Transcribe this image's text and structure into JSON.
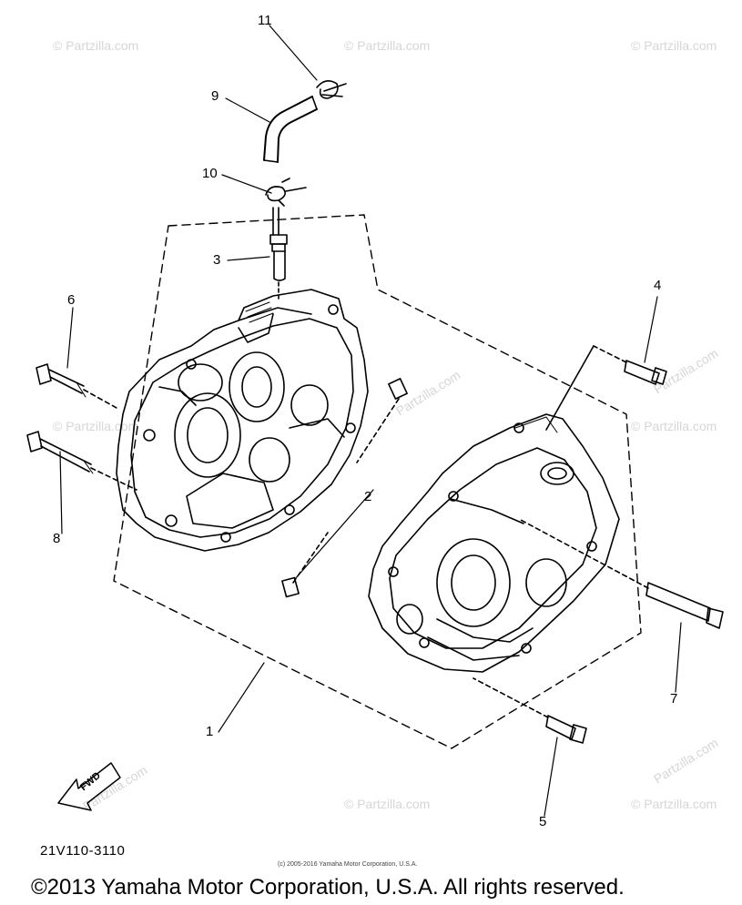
{
  "watermarks": {
    "text": "© Partzilla.com",
    "text_diag": "Partzilla.com"
  },
  "callouts": [
    "1",
    "2",
    "3",
    "4",
    "5",
    "6",
    "7",
    "8",
    "9",
    "10",
    "11"
  ],
  "fwd_label": "FWD",
  "drawing_code": "21V110-3110",
  "small_copyright": "(c) 2005-2016 Yamaha Motor Corporation, U.S.A.",
  "main_copyright": "©2013 Yamaha Motor Corporation, U.S.A. All rights reserved.",
  "colors": {
    "line": "#000000",
    "watermark": "#d6d6d6"
  }
}
